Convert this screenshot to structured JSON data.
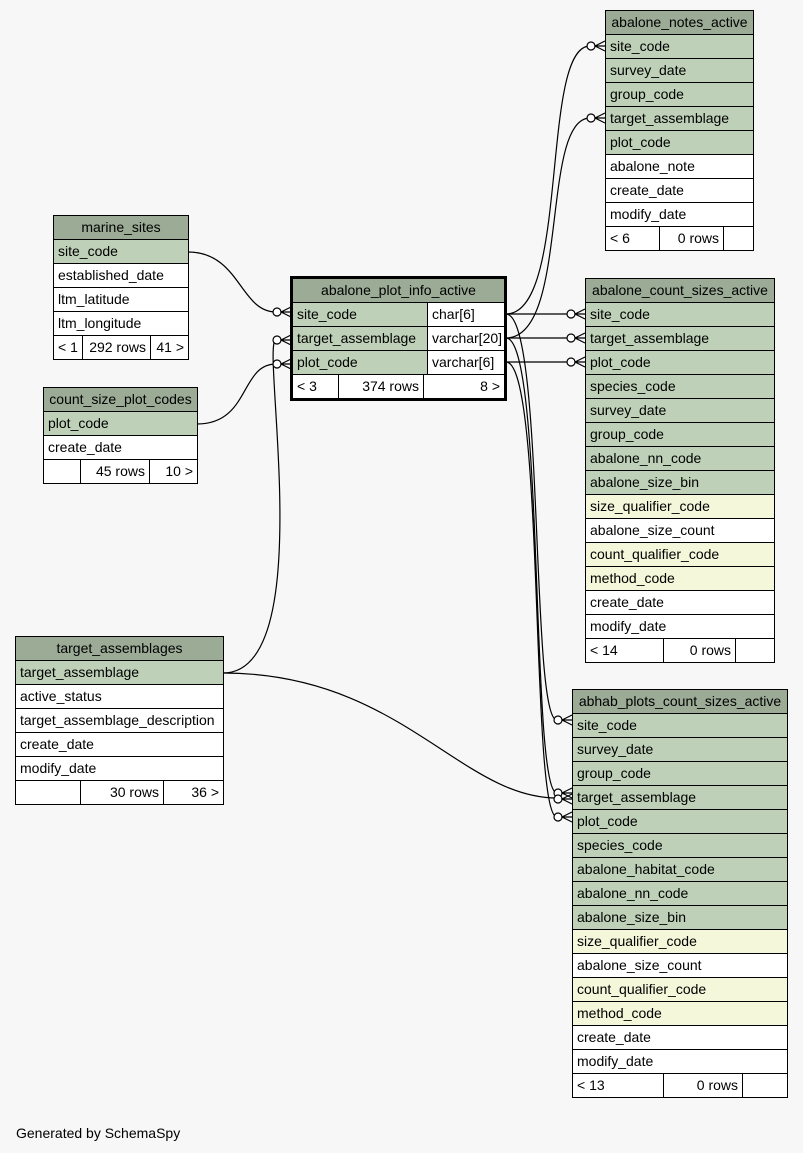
{
  "tables": {
    "abalone_notes_active": {
      "title": "abalone_notes_active",
      "columns": [
        "site_code",
        "survey_date",
        "group_code",
        "target_assemblage",
        "plot_code",
        "abalone_note",
        "create_date",
        "modify_date"
      ],
      "footer": {
        "left": "< 6",
        "mid": "0 rows",
        "right": ""
      }
    },
    "marine_sites": {
      "title": "marine_sites",
      "columns": [
        "site_code",
        "established_date",
        "ltm_latitude",
        "ltm_longitude"
      ],
      "footer": {
        "left": "< 1",
        "mid": "292 rows",
        "right": "41 >"
      }
    },
    "abalone_plot_info_active": {
      "title": "abalone_plot_info_active",
      "columns": [
        {
          "name": "site_code",
          "type": "char[6]"
        },
        {
          "name": "target_assemblage",
          "type": "varchar[20]"
        },
        {
          "name": "plot_code",
          "type": "varchar[6]"
        }
      ],
      "footer": {
        "left": "< 3",
        "mid": "374 rows",
        "right": "8 >"
      }
    },
    "abalone_count_sizes_active": {
      "title": "abalone_count_sizes_active",
      "columns": [
        "site_code",
        "target_assemblage",
        "plot_code",
        "species_code",
        "survey_date",
        "group_code",
        "abalone_nn_code",
        "abalone_size_bin",
        "size_qualifier_code",
        "abalone_size_count",
        "count_qualifier_code",
        "method_code",
        "create_date",
        "modify_date"
      ],
      "footer": {
        "left": "< 14",
        "mid": "0 rows",
        "right": ""
      }
    },
    "count_size_plot_codes": {
      "title": "count_size_plot_codes",
      "columns": [
        "plot_code",
        "create_date"
      ],
      "footer": {
        "left": "",
        "mid": "45 rows",
        "right": "10 >"
      }
    },
    "target_assemblages": {
      "title": "target_assemblages",
      "columns": [
        "target_assemblage",
        "active_status",
        "target_assemblage_description",
        "create_date",
        "modify_date"
      ],
      "footer": {
        "left": "",
        "mid": "30 rows",
        "right": "36 >"
      }
    },
    "abhab_plots_count_sizes_active": {
      "title": "abhab_plots_count_sizes_active",
      "columns": [
        "site_code",
        "survey_date",
        "group_code",
        "target_assemblage",
        "plot_code",
        "species_code",
        "abalone_habitat_code",
        "abalone_nn_code",
        "abalone_size_bin",
        "size_qualifier_code",
        "abalone_size_count",
        "count_qualifier_code",
        "method_code",
        "create_date",
        "modify_date"
      ],
      "footer": {
        "left": "< 13",
        "mid": "0 rows",
        "right": ""
      }
    }
  },
  "footer_note": "Generated by SchemaSpy",
  "colors": {
    "header": "#9bab96",
    "key": "#bed1b8",
    "indexed": "#f4f7da",
    "plain": "#ffffff",
    "background": "#f7f7f7"
  }
}
